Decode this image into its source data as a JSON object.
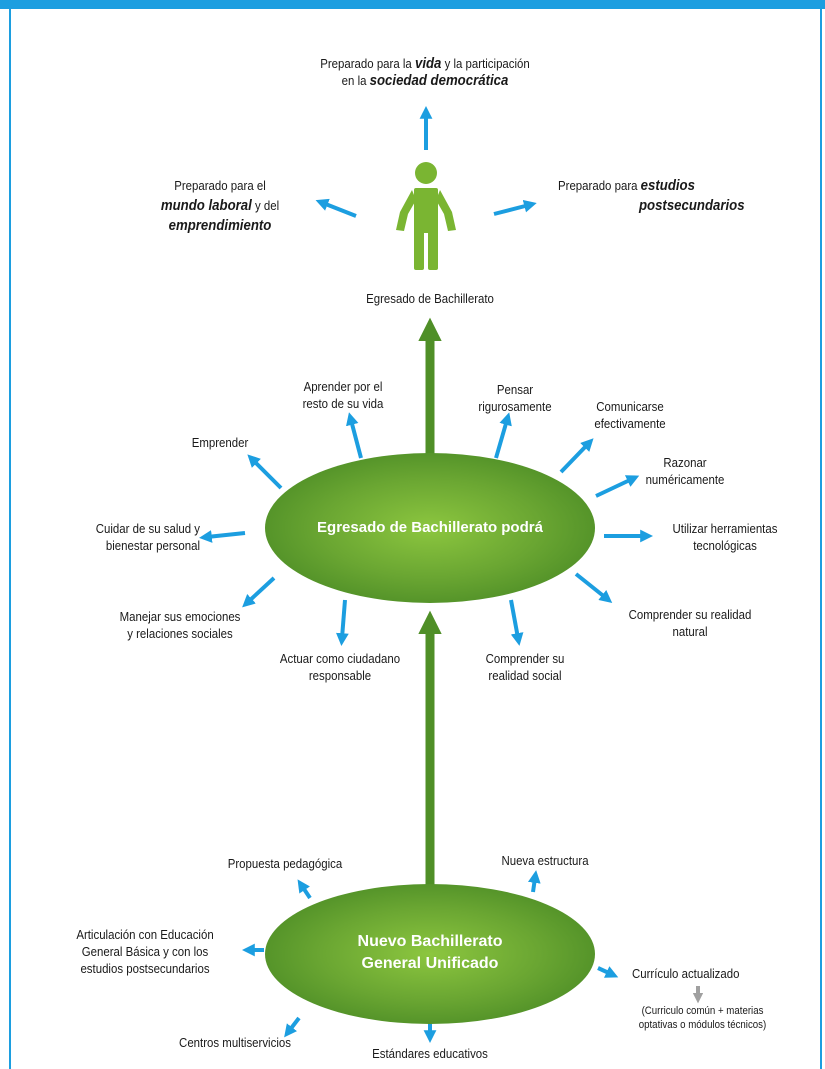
{
  "top": {
    "line1_pre": "Preparado para la ",
    "line1_em": "vida",
    "line1_post": " y la participación",
    "line2_pre": "en la ",
    "line2_em": "sociedad democrática"
  },
  "left_top": {
    "line1": "Preparado para el",
    "line2_em": "mundo laboral",
    "line2_post": " y del",
    "line3_em": "emprendimiento"
  },
  "right_top": {
    "line1_pre": "Preparado para ",
    "line1_em": "estudios",
    "line2_em": "postsecundarios"
  },
  "graduate_label": "Egresado de Bachillerato",
  "center_ellipse": "Egresado de Bachillerato podrá",
  "abilities": {
    "aprender_1": "Aprender por el",
    "aprender_2": "resto de su vida",
    "pensar_1": "Pensar",
    "pensar_2": "rigurosamente",
    "comunicarse_1": "Comunicarse",
    "comunicarse_2": "efectivamente",
    "emprender": "Emprender",
    "razonar_1": "Razonar",
    "razonar_2": "numéricamente",
    "cuidar_1": "Cuidar de su salud y",
    "cuidar_2": "bienestar personal",
    "utilizar_1": "Utilizar herramientas",
    "utilizar_2": "tecnológicas",
    "manejar_1": "Manejar sus emociones",
    "manejar_2": "y relaciones sociales",
    "comprender_nat_1": "Comprender su realidad",
    "comprender_nat_2": "natural",
    "actuar_1": "Actuar como ciudadano",
    "actuar_2": "responsable",
    "comprender_soc_1": "Comprender su",
    "comprender_soc_2": "realidad social"
  },
  "bottom_ellipse": {
    "line1": "Nuevo Bachillerato",
    "line2": "General Unificado"
  },
  "features": {
    "propuesta": "Propuesta pedagógica",
    "nueva": "Nueva estructura",
    "articulacion_1": "Articulación con Educación",
    "articulacion_2": "General Básica y con los",
    "articulacion_3": "estudios postsecundarios",
    "curriculo": "Currículo actualizado",
    "curriculo_note_1": "(Curriculo común + materias",
    "curriculo_note_2": "optativas o módulos  técnicos)",
    "centros": "Centros multiservicios",
    "estandares": "Estándares educativos"
  },
  "colors": {
    "accent_blue": "#1c9ee0",
    "green_dark": "#4f8f27",
    "green_light": "#8cc63f",
    "person_green": "#7ab532",
    "gray_arrow": "#a0a0a0"
  }
}
